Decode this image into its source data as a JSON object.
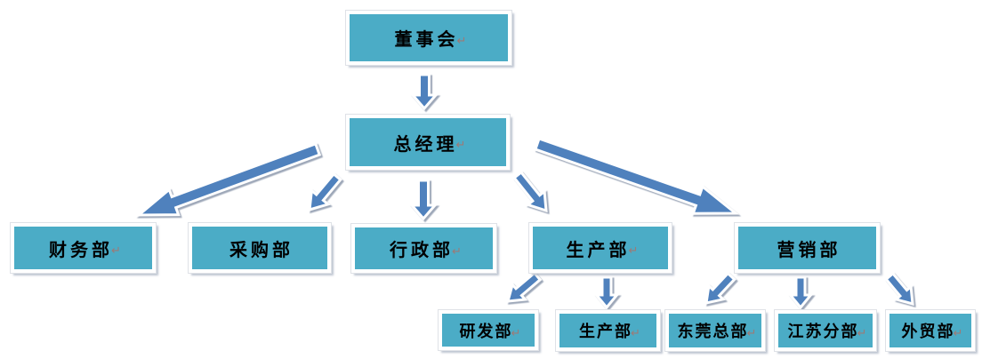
{
  "document": {
    "type": "organization-chart",
    "background": "#ffffff"
  },
  "colors": {
    "node_fill": "#4BACC6",
    "node_border": "#ffffff",
    "node_shadow": "#92a0b2",
    "arrow_fill": "#4F81BD",
    "arrow_outline": "#ffffff",
    "text": "#000000",
    "return_mark": "#b26e62"
  },
  "org_chart": {
    "return_mark_glyph": "↵",
    "nodes": [
      {
        "id": "board",
        "label": "董事会",
        "level": 1,
        "has_return_mark": true
      },
      {
        "id": "gm",
        "label": "总经理",
        "level": 2,
        "has_return_mark": true
      },
      {
        "id": "finance",
        "label": "财务部",
        "level": 3,
        "has_return_mark": true
      },
      {
        "id": "purchasing",
        "label": "采购部",
        "level": 3,
        "has_return_mark": false
      },
      {
        "id": "admin",
        "label": "行政部",
        "level": 3,
        "has_return_mark": true
      },
      {
        "id": "production",
        "label": "生产部",
        "level": 3,
        "has_return_mark": true
      },
      {
        "id": "marketing",
        "label": "营销部",
        "level": 3,
        "has_return_mark": false
      },
      {
        "id": "rd",
        "label": "研发部",
        "level": 4,
        "has_return_mark": true
      },
      {
        "id": "production-sub",
        "label": "生产部",
        "level": 4,
        "has_return_mark": true
      },
      {
        "id": "dongguan",
        "label": "东莞总部",
        "level": 4,
        "has_return_mark": true
      },
      {
        "id": "jiangsu",
        "label": "江苏分部",
        "level": 4,
        "has_return_mark": true
      },
      {
        "id": "trade",
        "label": "外贸部",
        "level": 4,
        "has_return_mark": true
      }
    ],
    "connections": [
      {
        "from": "董事会",
        "to": "总经理"
      },
      {
        "from": "总经理",
        "to": "财务部"
      },
      {
        "from": "总经理",
        "to": "采购部"
      },
      {
        "from": "总经理",
        "to": "行政部"
      },
      {
        "from": "总经理",
        "to": "生产部"
      },
      {
        "from": "总经理",
        "to": "营销部"
      },
      {
        "from": "生产部",
        "to": "研发部"
      },
      {
        "from": "生产部",
        "to": "生产部"
      },
      {
        "from": "营销部",
        "to": "东莞总部"
      },
      {
        "from": "营销部",
        "to": "江苏分部"
      },
      {
        "from": "营销部",
        "to": "外贸部"
      }
    ]
  }
}
